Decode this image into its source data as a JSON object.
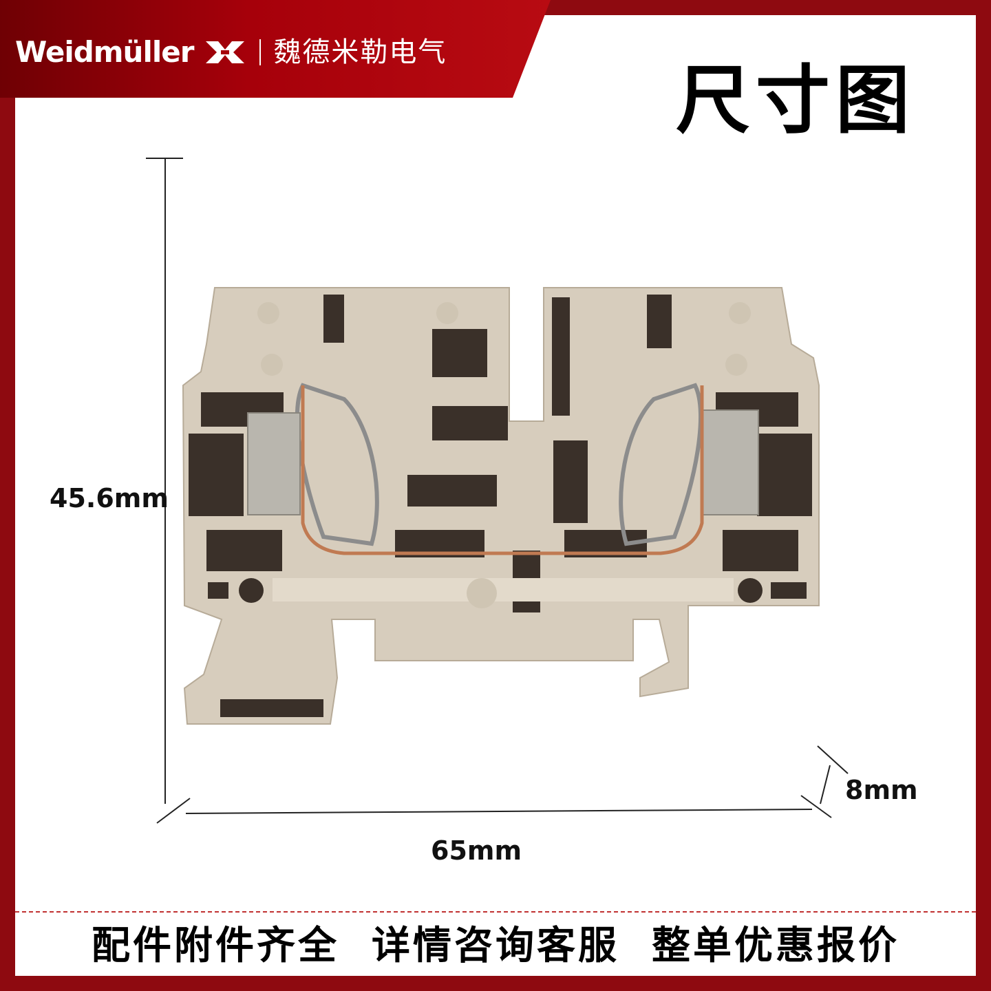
{
  "brand": {
    "name": "Weidmüller",
    "separator": "|",
    "chinese_name": "魏德米勒电气",
    "mark_icon": "weidmuller-cross-icon",
    "band_color": "#a6000a"
  },
  "page_title": "尺寸图",
  "dimensions": {
    "height_label": "45.6mm",
    "width_label": "65mm",
    "depth_label": "8mm"
  },
  "product": {
    "image": "terminal-block-photo",
    "housing_color": "#d7cdbd",
    "cavity_color": "#3a3029"
  },
  "footer": {
    "text": "配件附件齐全  详情咨询客服  整单优惠报价",
    "divider_color": "#c03030"
  },
  "colors": {
    "frame": "#8e0a10",
    "background": "#ffffff"
  }
}
